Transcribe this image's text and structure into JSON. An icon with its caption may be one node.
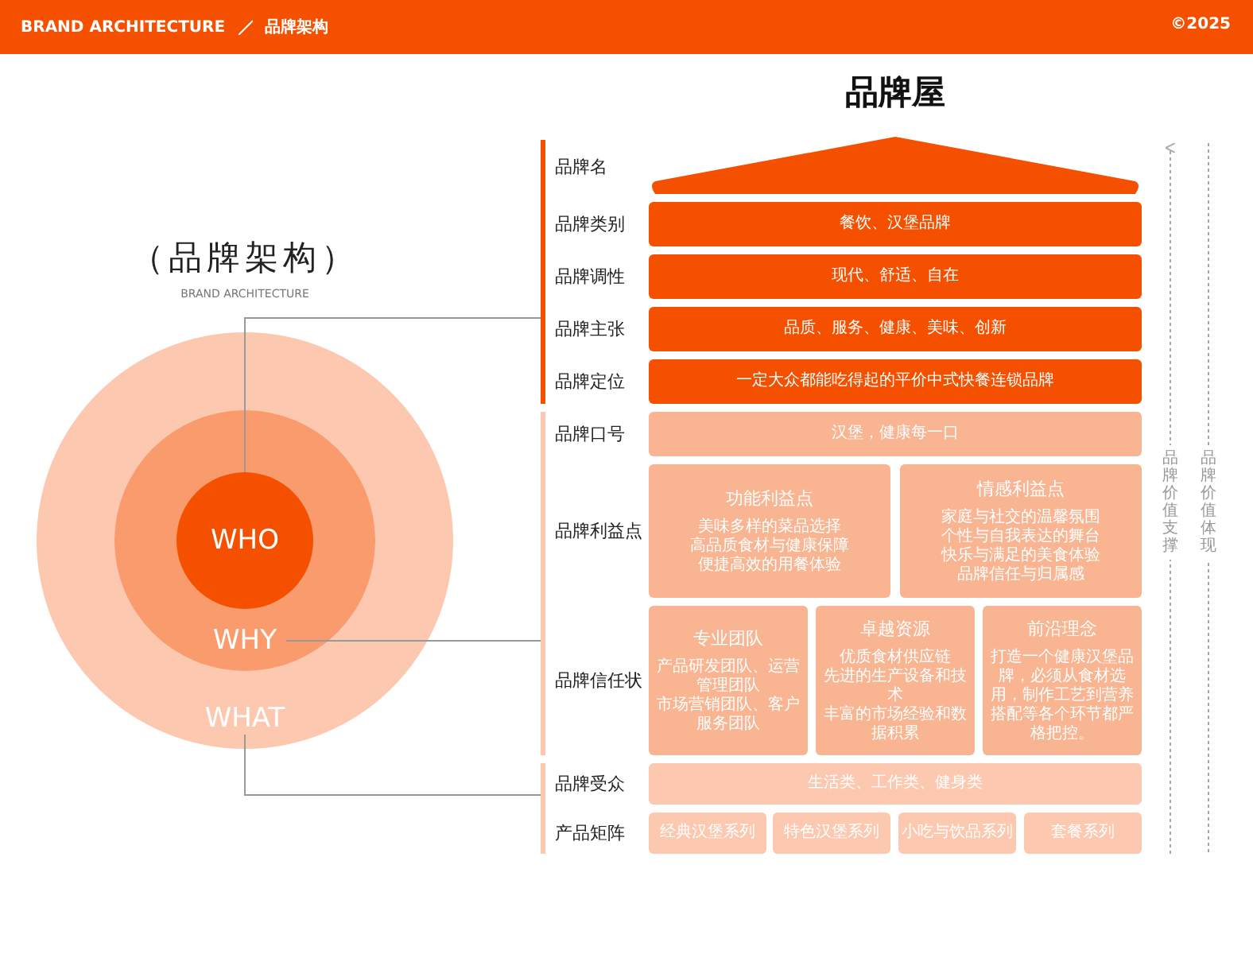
{
  "diagram": {
    "title": "品牌屋",
    "nodes": [
      {
        "text": [
          "WHAT"
        ]
      },
      {
        "text": [
          "WHY"
        ],
        "in": 0
      },
      {
        "text": [
          "WHO"
        ],
        "in": 1
      },
      {
        "text": [],
        "shape": "bar"
      },
      {
        "text": [],
        "shape": "bar"
      },
      {
        "text": [],
        "shape": "bar"
      },
      {
        "text": [],
        "shape": "triangle"
      },
      {
        "text": [
          "餐饮、汉堡品牌"
        ]
      },
      {
        "text": [
          "现代、舒适、自在"
        ]
      },
      {
        "text": [
          "品质、服务、健康、美味、创新"
        ]
      },
      {
        "text": [
          "一定大众都能吃得起的平价中式快餐连锁品牌"
        ]
      },
      {
        "text": [
          "汉堡，健康每一口"
        ]
      },
      {
        "text": [
          "功能利益点",
          "美味多样的菜品选择",
          "高品质食材与健康保障",
          "便捷高效的用餐体验"
        ]
      },
      {
        "text": [
          "情感利益点",
          "家庭与社交的温馨氛围",
          "个性与自我表达的舞台",
          "快乐与满足的美食体验",
          "品牌信任与归属感"
        ]
      },
      {
        "text": [
          "专业团队",
          "产品研发团队、运营管理团队",
          "市场营销团队、客户服务团队"
        ]
      },
      {
        "text": [
          "卓越资源",
          "优质食材供应链",
          "先进的生产设备和技术",
          "丰富的市场经验和数据积累"
        ]
      },
      {
        "text": [
          "前沿理念",
          "打造一个健康汉堡品牌，必须从食材选用，制作工艺到营养搭配等各个环节都严格把控。"
        ]
      },
      {
        "text": [
          "生活类、工作类、健身类"
        ]
      },
      {
        "text": [
          "经典汉堡系列"
        ]
      },
      {
        "text": [
          "特色汉堡系列"
        ]
      },
      {
        "text": [
          "小吃与饮品系列"
        ]
      },
      {
        "text": [
          "套餐系列"
        ]
      }
    ],
    "edges": [
      {
        "from": 2,
        "to": 3,
        "arrow": "none"
      },
      {
        "from": 1,
        "to": 4,
        "arrow": "none"
      },
      {
        "from": 0,
        "to": 5,
        "arrow": "none"
      }
    ],
    "labels": [
      "BRAND ARCHITECTURE",
      "品牌架构",
      "©2025",
      "（品牌架构）",
      "BRAND ARCHITECTURE",
      "品牌名",
      "品牌类别",
      "品牌调性",
      "品牌主张",
      "品牌定位",
      "品牌口号",
      "品牌利益点",
      "品牌信任状",
      "品牌受众",
      "产品矩阵",
      "品牌价值支撑",
      "品牌价值体现"
    ]
  }
}
